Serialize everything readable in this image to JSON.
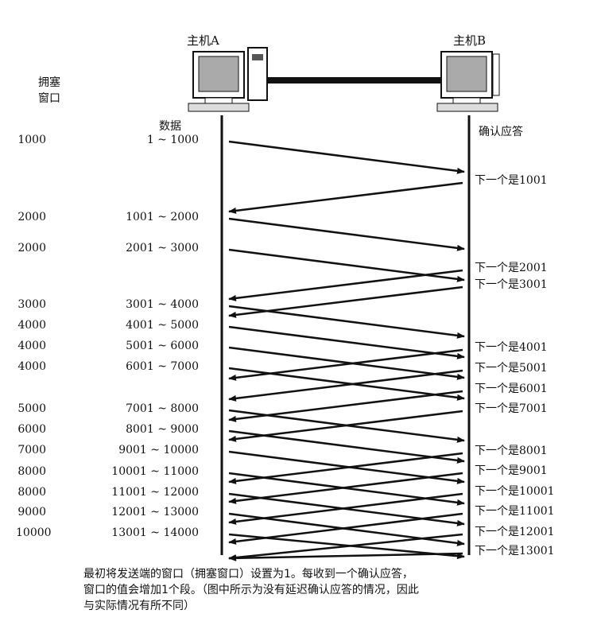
{
  "host_a": "主机A",
  "host_b": "主机B",
  "cwnd_header": [
    "拥塞",
    "窗口"
  ],
  "data_header": "数据",
  "ack_header": "确认应答",
  "segments": [
    {
      "cwnd": "1000",
      "data": "1 ~ 1000"
    },
    {
      "cwnd": "2000",
      "data": "1001 ~ 2000"
    },
    {
      "cwnd": "2000",
      "data": "2001 ~ 3000"
    },
    {
      "cwnd": "3000",
      "data": "3001 ~ 4000"
    },
    {
      "cwnd": "4000",
      "data": "4001 ~ 5000"
    },
    {
      "cwnd": "4000",
      "data": "5001 ~ 6000"
    },
    {
      "cwnd": "4000",
      "data": "6001 ~ 7000"
    },
    {
      "cwnd": "5000",
      "data": "7001 ~ 8000"
    },
    {
      "cwnd": "6000",
      "data": "8001 ~ 9000"
    },
    {
      "cwnd": "7000",
      "data": "9001 ~ 10000"
    },
    {
      "cwnd": "8000",
      "data": "10001 ~ 11000"
    },
    {
      "cwnd": "8000",
      "data": "11001 ~ 12000"
    },
    {
      "cwnd": "9000",
      "data": "12001 ~ 13000"
    },
    {
      "cwnd": "10000",
      "data": "13001 ~ 14000"
    }
  ],
  "acks": [
    "下一个是1001",
    "下一个是2001",
    "下一个是3001",
    "下一个是4001",
    "下一个是5001",
    "下一个是6001",
    "下一个是7001",
    "下一个是8001",
    "下一个是9001",
    "下一个是10001",
    "下一个是11001",
    "下一个是12001",
    "下一个是13001"
  ],
  "caption": [
    "最初将发送端的窗口（拥塞窗口）设置为1。每收到一个确认应答，",
    "窗口的值会增加1个段。（图中所示为没有延迟确认应答的情况，因此",
    "与实际情况有所不同）"
  ]
}
